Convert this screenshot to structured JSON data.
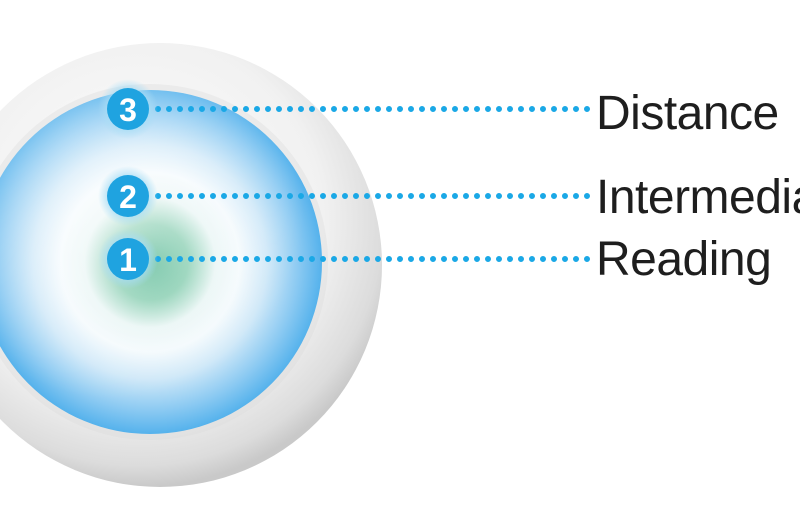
{
  "zones": [
    {
      "number": "3",
      "label": "Distance"
    },
    {
      "number": "2",
      "label": "Intermediate"
    },
    {
      "number": "1",
      "label": "Reading"
    }
  ],
  "colors": {
    "marker": "#1fa3e0",
    "dots": "#1aa8e6",
    "label_text": "#1e1e1e",
    "outer_ring": "#e2e2e2",
    "lens_blue": "#5fb6ee",
    "center_green": "#3fae85"
  }
}
